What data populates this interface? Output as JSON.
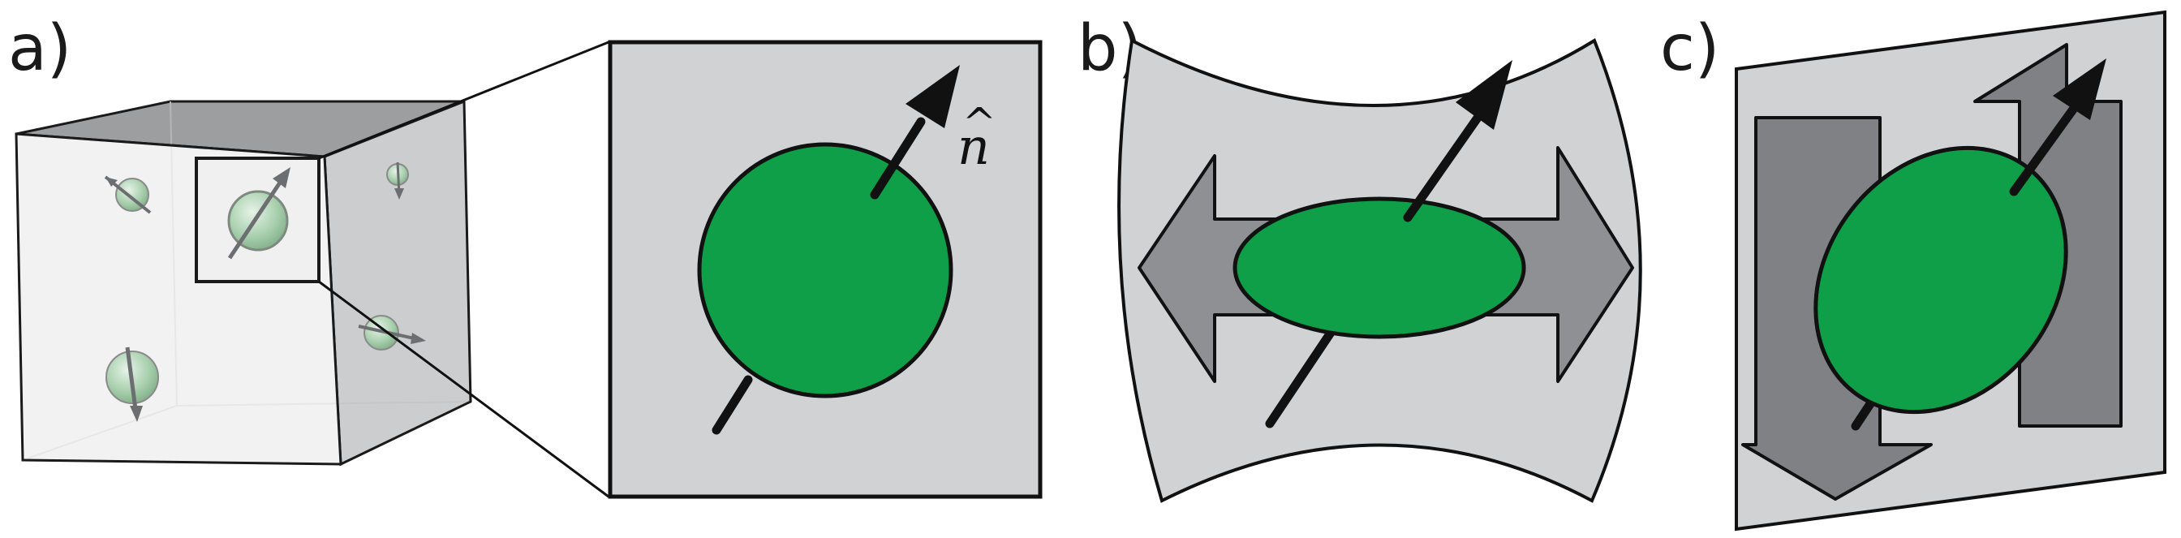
{
  "panels": [
    {
      "id": "a",
      "label": "a)"
    },
    {
      "id": "b",
      "label": "b)"
    },
    {
      "id": "c",
      "label": "c)"
    }
  ],
  "vector_label": {
    "letter": "n",
    "accent": "^"
  },
  "colors": {
    "particle_green": "#0f9f48",
    "light_gray": "#d1d2d4",
    "arrow_gray": "#8f9093",
    "dark_arrow_gray": "#808184",
    "outline": "#000000",
    "cube_face": "#f0f0f0",
    "cube_side": "#c7c8ca",
    "cube_top": "#9d9ea0"
  }
}
